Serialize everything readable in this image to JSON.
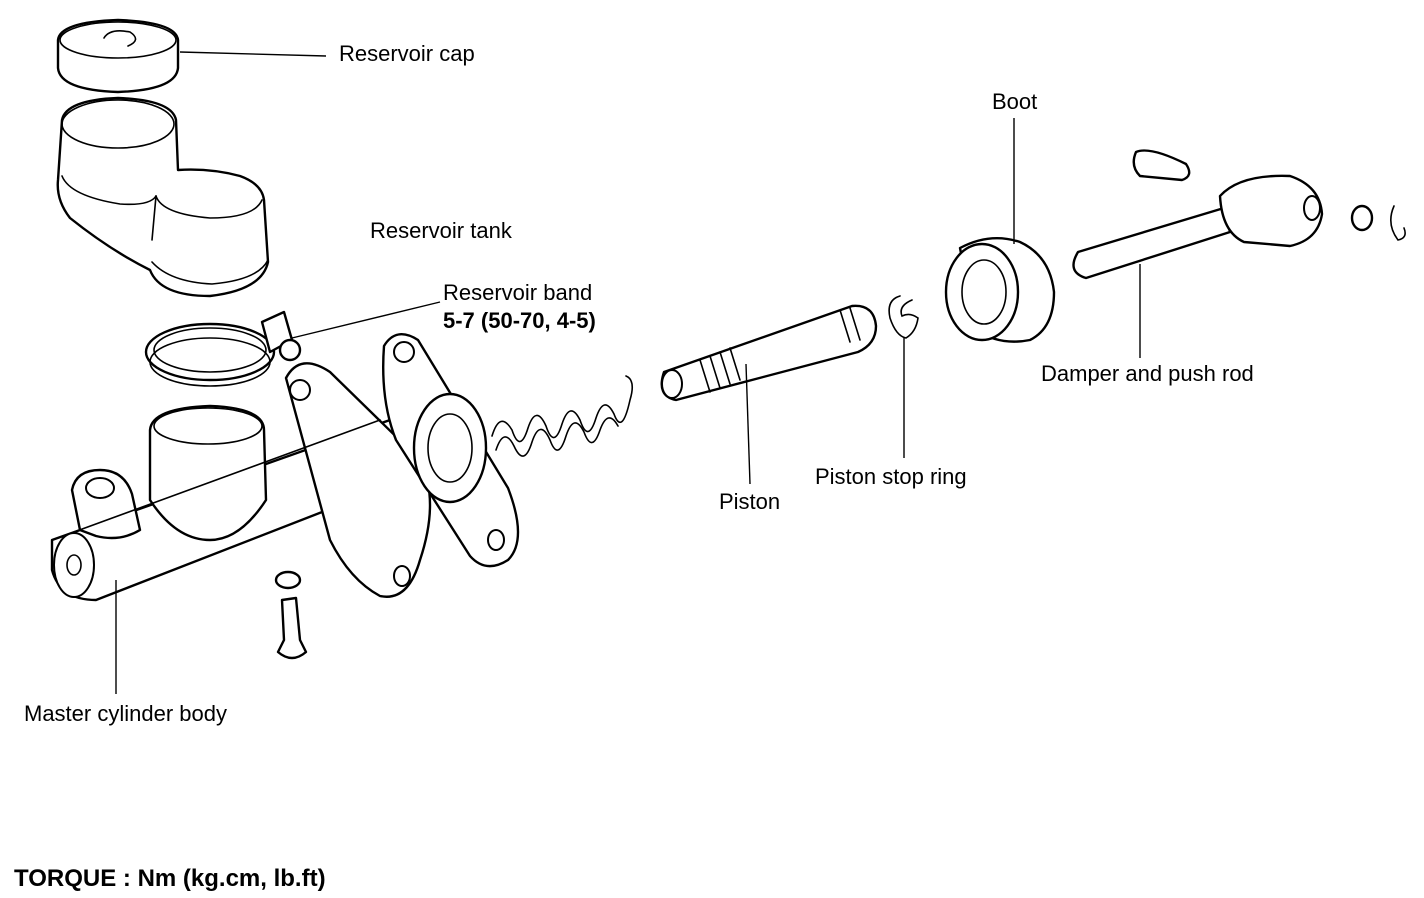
{
  "labels": {
    "reservoir_cap": "Reservoir cap",
    "reservoir_tank": "Reservoir tank",
    "reservoir_band": "Reservoir band",
    "reservoir_band_torque": "5-7 (50-70, 4-5)",
    "boot": "Boot",
    "damper_push_rod": "Damper and push rod",
    "piston": "Piston",
    "piston_stop_ring": "Piston stop ring",
    "master_cylinder_body": "Master cylinder body",
    "torque_legend": "TORQUE : Nm (kg.cm, lb.ft)"
  }
}
